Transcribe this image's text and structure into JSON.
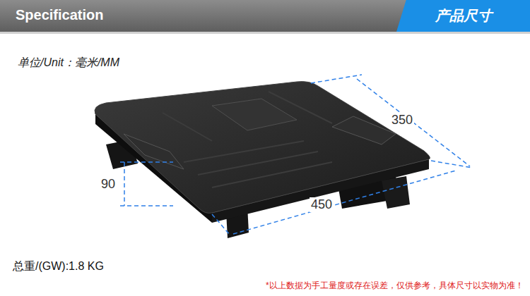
{
  "diagram": {
    "title": "Specification",
    "nodes": [
      {
        "text": [
          "产品尺寸"
        ]
      }
    ],
    "labels": [
      "单位/Unit：毫米/MM",
      "350",
      "90",
      "450",
      "总重/(GW):1.8 KG",
      "*以上数据为手工量度或存在误差，仅供参考，具体尺寸以实物为准！"
    ]
  }
}
